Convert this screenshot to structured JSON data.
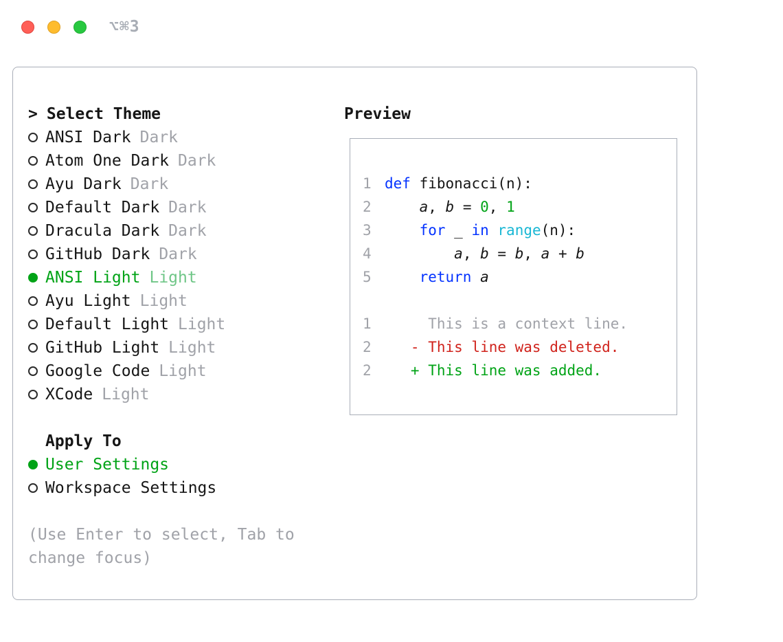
{
  "colors": {
    "text": "#161616",
    "gray": "#a0a2a8",
    "border": "#a9aeb8",
    "blue": "#0433ff",
    "cyan": "#19b7d4",
    "green": "#00a316",
    "green_light": "#6fc687",
    "red": "#d0231c",
    "tl_red": "#ff5f57",
    "tl_yellow": "#febc2e",
    "tl_green": "#28c840"
  },
  "window": {
    "shortcut_label": "⌥⌘3"
  },
  "theme_picker": {
    "prompt": ">",
    "title": "Select Theme",
    "items": [
      {
        "name": "ANSI Dark",
        "variant": "Dark",
        "selected": false
      },
      {
        "name": "Atom One Dark",
        "variant": "Dark",
        "selected": false
      },
      {
        "name": "Ayu Dark",
        "variant": "Dark",
        "selected": false
      },
      {
        "name": "Default Dark",
        "variant": "Dark",
        "selected": false
      },
      {
        "name": "Dracula Dark",
        "variant": "Dark",
        "selected": false
      },
      {
        "name": "GitHub Dark",
        "variant": "Dark",
        "selected": false
      },
      {
        "name": "ANSI Light",
        "variant": "Light",
        "selected": true
      },
      {
        "name": "Ayu Light",
        "variant": "Light",
        "selected": false
      },
      {
        "name": "Default Light",
        "variant": "Light",
        "selected": false
      },
      {
        "name": "GitHub Light",
        "variant": "Light",
        "selected": false
      },
      {
        "name": "Google Code",
        "variant": "Light",
        "selected": false
      },
      {
        "name": "XCode",
        "variant": "Light",
        "selected": false
      }
    ]
  },
  "apply_to": {
    "title": "Apply To",
    "options": [
      {
        "label": "User Settings",
        "selected": true
      },
      {
        "label": "Workspace Settings",
        "selected": false
      }
    ]
  },
  "hint": "(Use Enter to select, Tab to change focus)",
  "preview": {
    "title": "Preview",
    "lines": [
      {
        "num": "1",
        "tokens": [
          {
            "t": "def",
            "c": "kw"
          },
          {
            "t": " fibonacci(n):",
            "c": "plain"
          }
        ]
      },
      {
        "num": "2",
        "tokens": [
          {
            "t": "    ",
            "c": "plain"
          },
          {
            "t": "a",
            "c": "var"
          },
          {
            "t": ", ",
            "c": "plain"
          },
          {
            "t": "b",
            "c": "var"
          },
          {
            "t": " = ",
            "c": "plain"
          },
          {
            "t": "0",
            "c": "num"
          },
          {
            "t": ", ",
            "c": "plain"
          },
          {
            "t": "1",
            "c": "num"
          }
        ]
      },
      {
        "num": "3",
        "tokens": [
          {
            "t": "    ",
            "c": "plain"
          },
          {
            "t": "for",
            "c": "kw"
          },
          {
            "t": " _ ",
            "c": "plain"
          },
          {
            "t": "in",
            "c": "kw"
          },
          {
            "t": " ",
            "c": "plain"
          },
          {
            "t": "range",
            "c": "builtin"
          },
          {
            "t": "(n):",
            "c": "plain"
          }
        ]
      },
      {
        "num": "4",
        "tokens": [
          {
            "t": "        ",
            "c": "plain"
          },
          {
            "t": "a",
            "c": "var"
          },
          {
            "t": ", ",
            "c": "plain"
          },
          {
            "t": "b",
            "c": "var"
          },
          {
            "t": " = ",
            "c": "plain"
          },
          {
            "t": "b",
            "c": "var"
          },
          {
            "t": ", ",
            "c": "plain"
          },
          {
            "t": "a",
            "c": "var"
          },
          {
            "t": " + ",
            "c": "plain"
          },
          {
            "t": "b",
            "c": "var"
          }
        ]
      },
      {
        "num": "5",
        "tokens": [
          {
            "t": "    ",
            "c": "plain"
          },
          {
            "t": "return",
            "c": "kw"
          },
          {
            "t": " ",
            "c": "plain"
          },
          {
            "t": "a",
            "c": "var"
          }
        ]
      },
      {
        "num": "",
        "tokens": []
      },
      {
        "num": "1",
        "tokens": [
          {
            "t": "     This is a context line.",
            "c": "ctx"
          }
        ]
      },
      {
        "num": "2",
        "tokens": [
          {
            "t": "   - This line was deleted.",
            "c": "del"
          }
        ]
      },
      {
        "num": "2",
        "tokens": [
          {
            "t": "   + This line was added.",
            "c": "add"
          }
        ]
      }
    ]
  }
}
